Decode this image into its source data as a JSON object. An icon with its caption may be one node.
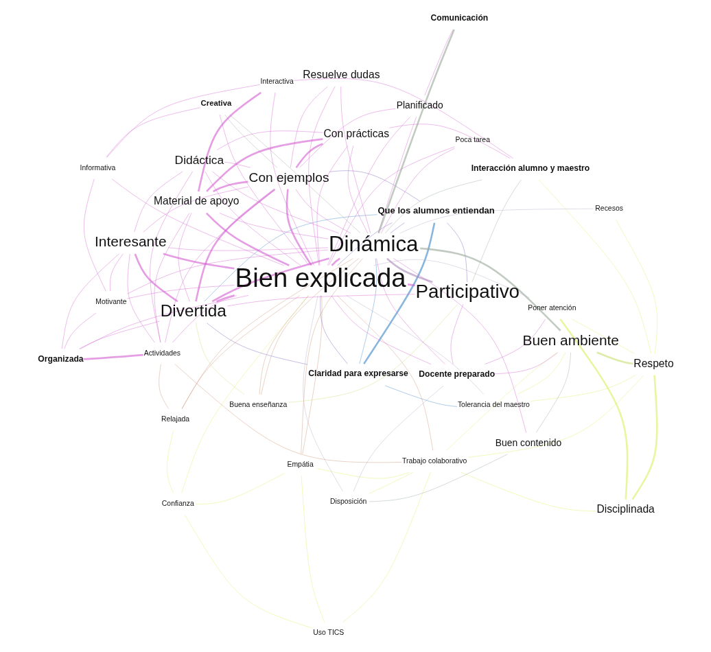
{
  "diagram": {
    "nodes": [
      {
        "text": [
          "Relajada"
        ]
      },
      {
        "text": [
          "Confianza"
        ]
      },
      {
        "text": [
          "Uso TICS"
        ]
      },
      {
        "text": [
          "Empátia"
        ]
      },
      {
        "text": [
          "Trabajo colaborativo"
        ]
      },
      {
        "text": [
          "Actividades"
        ]
      },
      {
        "text": [
          "Buena enseñanza"
        ]
      },
      {
        "text": [
          "Que los alumnos entiendan"
        ]
      },
      {
        "text": [
          "Claridad para expresarse"
        ]
      },
      {
        "text": [
          "Tolerancia del maestro"
        ]
      },
      {
        "text": [
          "Organizada"
        ]
      },
      {
        "text": [
          "Motivante"
        ]
      },
      {
        "text": [
          "Respeto"
        ]
      },
      {
        "text": [
          "Recesos"
        ]
      },
      {
        "text": [
          "Divertida"
        ]
      },
      {
        "text": [
          "Buen ambiente"
        ]
      },
      {
        "text": [
          "Disciplinada"
        ]
      },
      {
        "text": [
          "Interesante"
        ]
      },
      {
        "text": [
          "Participativo"
        ]
      },
      {
        "text": [
          "Informativa"
        ]
      },
      {
        "text": [
          "Creativa"
        ]
      },
      {
        "text": [
          "Bien explicada"
        ]
      },
      {
        "text": [
          "Poner atención"
        ]
      },
      {
        "text": [
          "Resuelve dudas"
        ]
      },
      {
        "text": [
          "Didáctica"
        ]
      },
      {
        "text": [
          "Dinámica"
        ]
      },
      {
        "text": [
          "Poca tarea"
        ]
      },
      {
        "text": [
          "Docente preparado"
        ]
      },
      {
        "text": [
          "Buen contenido"
        ]
      },
      {
        "text": [
          "Con ejemplos"
        ]
      },
      {
        "text": [
          "Material de apoyo"
        ]
      },
      {
        "text": [
          "Planificado"
        ]
      },
      {
        "text": [
          "Interactiva"
        ]
      },
      {
        "text": [
          "Con prácticas"
        ]
      },
      {
        "text": [
          "Comunicación"
        ]
      },
      {
        "text": [
          "Disposición"
        ]
      },
      {
        "text": [
          "Interacción alumno y maestro"
        ]
      }
    ],
    "edges": [
      {
        "from": 21,
        "to": 25,
        "arrow": "none",
        "style": "thick"
      },
      {
        "from": 21,
        "to": 14,
        "arrow": "none",
        "style": "thick"
      },
      {
        "from": 21,
        "to": 17,
        "arrow": "none",
        "style": "thick"
      },
      {
        "from": 21,
        "to": 29,
        "arrow": "none",
        "style": "thick"
      },
      {
        "from": 21,
        "to": 18,
        "arrow": "none",
        "style": "thick"
      },
      {
        "from": 21,
        "to": 24,
        "arrow": "none"
      },
      {
        "from": 21,
        "to": 30,
        "arrow": "none",
        "style": "thick"
      },
      {
        "from": 21,
        "to": 33,
        "arrow": "none"
      },
      {
        "from": 21,
        "to": 31,
        "arrow": "none"
      },
      {
        "from": 21,
        "to": 23,
        "arrow": "none"
      },
      {
        "from": 21,
        "to": 10,
        "arrow": "none"
      },
      {
        "from": 21,
        "to": 11,
        "arrow": "none"
      },
      {
        "from": 21,
        "to": 5,
        "arrow": "none"
      },
      {
        "from": 21,
        "to": 20,
        "arrow": "none"
      },
      {
        "from": 21,
        "to": 32,
        "arrow": "none"
      },
      {
        "from": 21,
        "to": 26,
        "arrow": "none"
      },
      {
        "from": 21,
        "to": 19,
        "arrow": "none"
      },
      {
        "from": 21,
        "to": 27,
        "arrow": "none"
      },
      {
        "from": 25,
        "to": 14,
        "arrow": "none",
        "style": "thick"
      },
      {
        "from": 25,
        "to": 29,
        "arrow": "none"
      },
      {
        "from": 25,
        "to": 18,
        "arrow": "none",
        "style": "thick",
        "color": "#a888b8"
      },
      {
        "from": 25,
        "to": 31,
        "arrow": "none"
      },
      {
        "from": 25,
        "to": 28,
        "arrow": "none"
      },
      {
        "from": 25,
        "to": 17,
        "arrow": "none"
      },
      {
        "from": 25,
        "to": 24,
        "arrow": "none"
      },
      {
        "from": 25,
        "to": 33,
        "arrow": "none"
      },
      {
        "from": 25,
        "to": 30,
        "arrow": "none"
      },
      {
        "from": 25,
        "to": 27,
        "arrow": "none"
      },
      {
        "from": 14,
        "to": 17,
        "arrow": "none",
        "style": "thick"
      },
      {
        "from": 14,
        "to": 29,
        "arrow": "none",
        "style": "thick"
      },
      {
        "from": 14,
        "to": 30,
        "arrow": "none"
      },
      {
        "from": 14,
        "to": 10,
        "arrow": "none"
      },
      {
        "from": 14,
        "to": 18,
        "arrow": "none"
      },
      {
        "from": 17,
        "to": 10,
        "arrow": "none"
      },
      {
        "from": 17,
        "to": 29,
        "arrow": "none"
      },
      {
        "from": 17,
        "to": 24,
        "arrow": "none"
      },
      {
        "from": 29,
        "to": 30,
        "arrow": "none",
        "style": "thick"
      },
      {
        "from": 29,
        "to": 33,
        "arrow": "none",
        "style": "thick"
      },
      {
        "from": 29,
        "to": 31,
        "arrow": "none"
      },
      {
        "from": 30,
        "to": 33,
        "arrow": "none",
        "style": "thick"
      },
      {
        "from": 30,
        "to": 32,
        "arrow": "none",
        "style": "thick"
      },
      {
        "from": 5,
        "to": 10,
        "arrow": "none",
        "style": "thick"
      },
      {
        "from": 5,
        "to": 17,
        "arrow": "none"
      },
      {
        "from": 5,
        "to": 29,
        "arrow": "none"
      },
      {
        "from": 5,
        "to": 30,
        "arrow": "none"
      },
      {
        "from": 5,
        "to": 24,
        "arrow": "none"
      },
      {
        "from": 11,
        "to": 10,
        "arrow": "none"
      },
      {
        "from": 11,
        "to": 17,
        "arrow": "none"
      },
      {
        "from": 11,
        "to": 25,
        "arrow": "none"
      },
      {
        "from": 11,
        "to": 19,
        "arrow": "none"
      },
      {
        "from": 19,
        "to": 20,
        "arrow": "none"
      },
      {
        "from": 19,
        "to": 32,
        "arrow": "none"
      },
      {
        "from": 26,
        "to": 25,
        "arrow": "none"
      },
      {
        "from": 32,
        "to": 36,
        "arrow": "none"
      },
      {
        "from": 33,
        "to": 36,
        "arrow": "none"
      },
      {
        "from": 31,
        "to": 34,
        "arrow": "none"
      },
      {
        "from": 27,
        "to": 22,
        "arrow": "none"
      },
      {
        "from": 27,
        "to": 15,
        "arrow": "none"
      },
      {
        "from": 27,
        "to": 18,
        "arrow": "none"
      },
      {
        "from": 24,
        "to": 29,
        "arrow": "none"
      },
      {
        "from": 24,
        "to": 33,
        "arrow": "none"
      },
      {
        "from": 23,
        "to": 25,
        "arrow": "none"
      },
      {
        "from": 23,
        "to": 29,
        "arrow": "none"
      },
      {
        "from": 25,
        "to": 34,
        "arrow": "none",
        "style": "thick",
        "color": "#98a898"
      },
      {
        "from": 25,
        "to": 36,
        "arrow": "none",
        "color": "#98a898"
      },
      {
        "from": 15,
        "to": 25,
        "arrow": "none",
        "style": "thick",
        "color": "#98a898"
      },
      {
        "from": 15,
        "to": 28,
        "arrow": "none",
        "color": "#98a898"
      },
      {
        "from": 28,
        "to": 35,
        "arrow": "none",
        "color": "#98a898"
      },
      {
        "from": 20,
        "to": 25,
        "arrow": "none",
        "color": "#98a898"
      },
      {
        "from": 18,
        "to": 36,
        "arrow": "none",
        "color": "#98a898"
      },
      {
        "from": 20,
        "to": 29,
        "arrow": "none",
        "color": "#98a898"
      },
      {
        "from": 12,
        "to": 16,
        "arrow": "none",
        "style": "thick",
        "color": "#d8f060"
      },
      {
        "from": 12,
        "to": 15,
        "arrow": "none",
        "style": "thick",
        "color": "#c8e070"
      },
      {
        "from": 12,
        "to": 4,
        "arrow": "none",
        "color": "#d8f060"
      },
      {
        "from": 4,
        "to": 2,
        "arrow": "none",
        "color": "#d8f060"
      },
      {
        "from": 4,
        "to": 3,
        "arrow": "none",
        "color": "#d8f060"
      },
      {
        "from": 1,
        "to": 0,
        "arrow": "none",
        "color": "#d8f060"
      },
      {
        "from": 1,
        "to": 3,
        "arrow": "none",
        "color": "#d8f060"
      },
      {
        "from": 1,
        "to": 2,
        "arrow": "none",
        "color": "#d8f060"
      },
      {
        "from": 3,
        "to": 2,
        "arrow": "none",
        "color": "#d8f060"
      },
      {
        "from": 4,
        "to": 16,
        "arrow": "none",
        "color": "#d8f060"
      },
      {
        "from": 12,
        "to": 22,
        "arrow": "none",
        "color": "#d8f060"
      },
      {
        "from": 16,
        "to": 22,
        "arrow": "none",
        "style": "thick",
        "color": "#d8f060"
      },
      {
        "from": 1,
        "to": 21,
        "arrow": "none",
        "color": "#d8f060"
      },
      {
        "from": 12,
        "to": 13,
        "arrow": "none",
        "color": "#d8f060"
      },
      {
        "from": 9,
        "to": 12,
        "arrow": "none",
        "color": "#d8f060"
      },
      {
        "from": 9,
        "to": 15,
        "arrow": "none",
        "color": "#d8f060"
      },
      {
        "from": 36,
        "to": 12,
        "arrow": "none",
        "color": "#d8f060"
      },
      {
        "from": 35,
        "to": 4,
        "arrow": "none",
        "color": "#d8f060"
      },
      {
        "from": 6,
        "to": 14,
        "arrow": "none",
        "color": "#c8e070"
      },
      {
        "from": 6,
        "to": 18,
        "arrow": "none",
        "color": "#c8e070"
      },
      {
        "from": 4,
        "to": 15,
        "arrow": "none",
        "color": "#d8f060"
      },
      {
        "from": 7,
        "to": 8,
        "arrow": "none",
        "style": "thick",
        "color": "#3a85c8"
      },
      {
        "from": 8,
        "to": 25,
        "arrow": "none",
        "color": "#3a85c8"
      },
      {
        "from": 7,
        "to": 14,
        "arrow": "none",
        "color": "#3a85c8"
      },
      {
        "from": 8,
        "to": 9,
        "arrow": "none",
        "color": "#3a85c8"
      },
      {
        "from": 7,
        "to": 21,
        "arrow": "none",
        "color": "#7a5cc0"
      },
      {
        "from": 7,
        "to": 25,
        "arrow": "none",
        "color": "#7a5cc0"
      },
      {
        "from": 7,
        "to": 29,
        "arrow": "none",
        "color": "#7a5cc0"
      },
      {
        "from": 8,
        "to": 21,
        "arrow": "none",
        "color": "#7a5cc0"
      },
      {
        "from": 8,
        "to": 14,
        "arrow": "none",
        "color": "#7a5cc0"
      },
      {
        "from": 7,
        "to": 18,
        "arrow": "none",
        "color": "#7a5cc0"
      },
      {
        "from": 0,
        "to": 21,
        "arrow": "none",
        "color": "#d09070"
      },
      {
        "from": 0,
        "to": 5,
        "arrow": "none",
        "color": "#d09070"
      },
      {
        "from": 6,
        "to": 21,
        "arrow": "none",
        "color": "#d09070"
      },
      {
        "from": 6,
        "to": 25,
        "arrow": "none",
        "color": "#d09070"
      },
      {
        "from": 3,
        "to": 25,
        "arrow": "none",
        "color": "#d09070"
      },
      {
        "from": 3,
        "to": 21,
        "arrow": "none",
        "color": "#d09070"
      },
      {
        "from": 4,
        "to": 21,
        "arrow": "none",
        "color": "#d09070"
      },
      {
        "from": 5,
        "to": 4,
        "arrow": "none",
        "color": "#d09070"
      },
      {
        "from": 0,
        "to": 25,
        "arrow": "none",
        "color": "#d09070"
      },
      {
        "from": 13,
        "to": 25,
        "arrow": "none",
        "color": "#b8a8c8"
      },
      {
        "from": 9,
        "to": 21,
        "arrow": "none",
        "color": "#b8a8c8"
      },
      {
        "from": 35,
        "to": 21,
        "arrow": "none",
        "color": "#b8a8c8"
      },
      {
        "from": 35,
        "to": 27,
        "arrow": "none",
        "color": "#b8a8c8"
      },
      {
        "from": 22,
        "to": 21,
        "arrow": "none",
        "color": "#b8a8c8"
      }
    ]
  }
}
